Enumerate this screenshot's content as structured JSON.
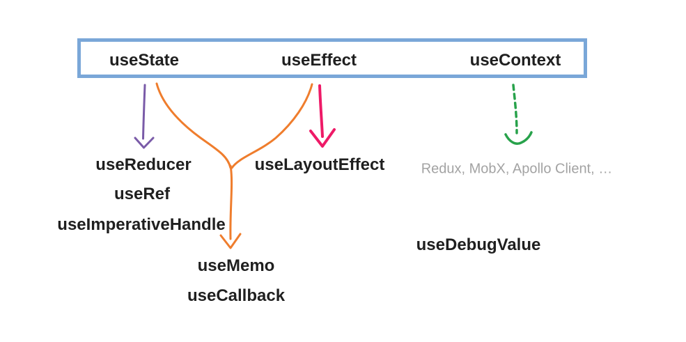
{
  "colors": {
    "box-border": "#7aa7d8",
    "purple": "#7a5ba8",
    "orange": "#ef7d2d",
    "pink": "#ee1a67",
    "green": "#28a24b",
    "gray-text": "#a3a3a3",
    "text": "#1f1f1f"
  },
  "box_hooks": {
    "use_state": "useState",
    "use_effect": "useEffect",
    "use_context": "useContext"
  },
  "derived_hooks": {
    "use_reducer": "useReducer",
    "use_ref": "useRef",
    "use_imperative_handle": "useImperativeHandle",
    "use_layout_effect": "useLayoutEffect",
    "use_memo": "useMemo",
    "use_callback": "useCallback",
    "use_debug_value": "useDebugValue",
    "context_libraries": "Redux, MobX, Apollo Client, …"
  }
}
